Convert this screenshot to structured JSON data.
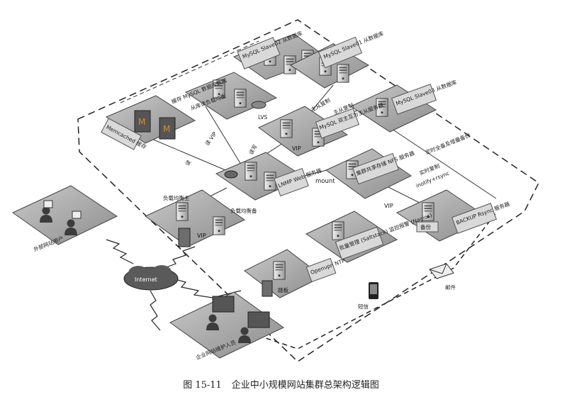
{
  "caption": {
    "figure_no": "图 15-11",
    "title": "企业中小规模网站集群总架构逻辑图"
  },
  "zones": {
    "slave02": "MySQL Slave02 从数据库",
    "slave01": "MySQL Slave01 从数据库",
    "slave03": "MySQL Slave03 从数据库",
    "read_lb": "从库读负载均衡",
    "memcached": "Memcached 缓存",
    "mysql_master": "MySQL 双主互为主从服务器",
    "lnmp": "LNMP Web 服务器",
    "nfs": "集群共享存储 NFS 服务器",
    "backup": "BACKUP Rsync 服务器",
    "lb": "负载均衡主",
    "lb_backup": "负载均衡备",
    "monitor": "批量管理 (Saltstack) 监控报警 (Nagios)",
    "openvpn": "Openvpn NTP",
    "jump": "跳板",
    "external_users": "外部网站用户",
    "internal_users": "企业网站维护人员",
    "backup_box": "备份"
  },
  "links": {
    "cache_mysql": "缓存 MySQL 数据库数据",
    "master_slave_1": "主从复制",
    "master_slave_2": "主从复制",
    "lvs": "LVS",
    "read_vip": "读 VIP",
    "read": "读",
    "write": "读写",
    "mount": "mount",
    "vip_master": "VIP",
    "vip_nfs": "VIP",
    "vip_lb": "VIP",
    "timed_backup": "定时全备及增量备份",
    "realtime_sync": "实时复制",
    "inotify": "inotify+rsync",
    "sms": "短信",
    "mail": "邮件",
    "internet": "Internet"
  }
}
